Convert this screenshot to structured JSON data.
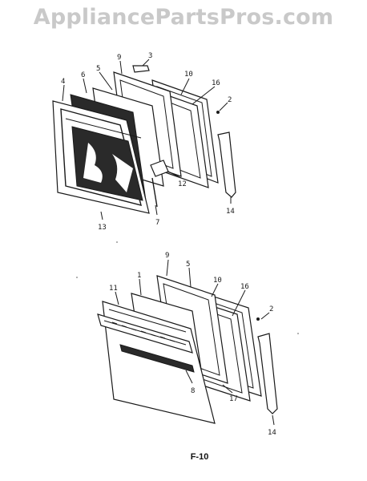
{
  "watermark": "AppliancePartsPros.com",
  "figure_id": "F-10",
  "upper_assembly": {
    "callouts": [
      "3",
      "9",
      "5",
      "10",
      "16",
      "4",
      "6",
      "2",
      "12",
      "14",
      "7",
      "13"
    ]
  },
  "lower_assembly": {
    "callouts": [
      "9",
      "5",
      "10",
      "16",
      "11",
      "1",
      "2",
      "8",
      "17",
      "14"
    ]
  }
}
